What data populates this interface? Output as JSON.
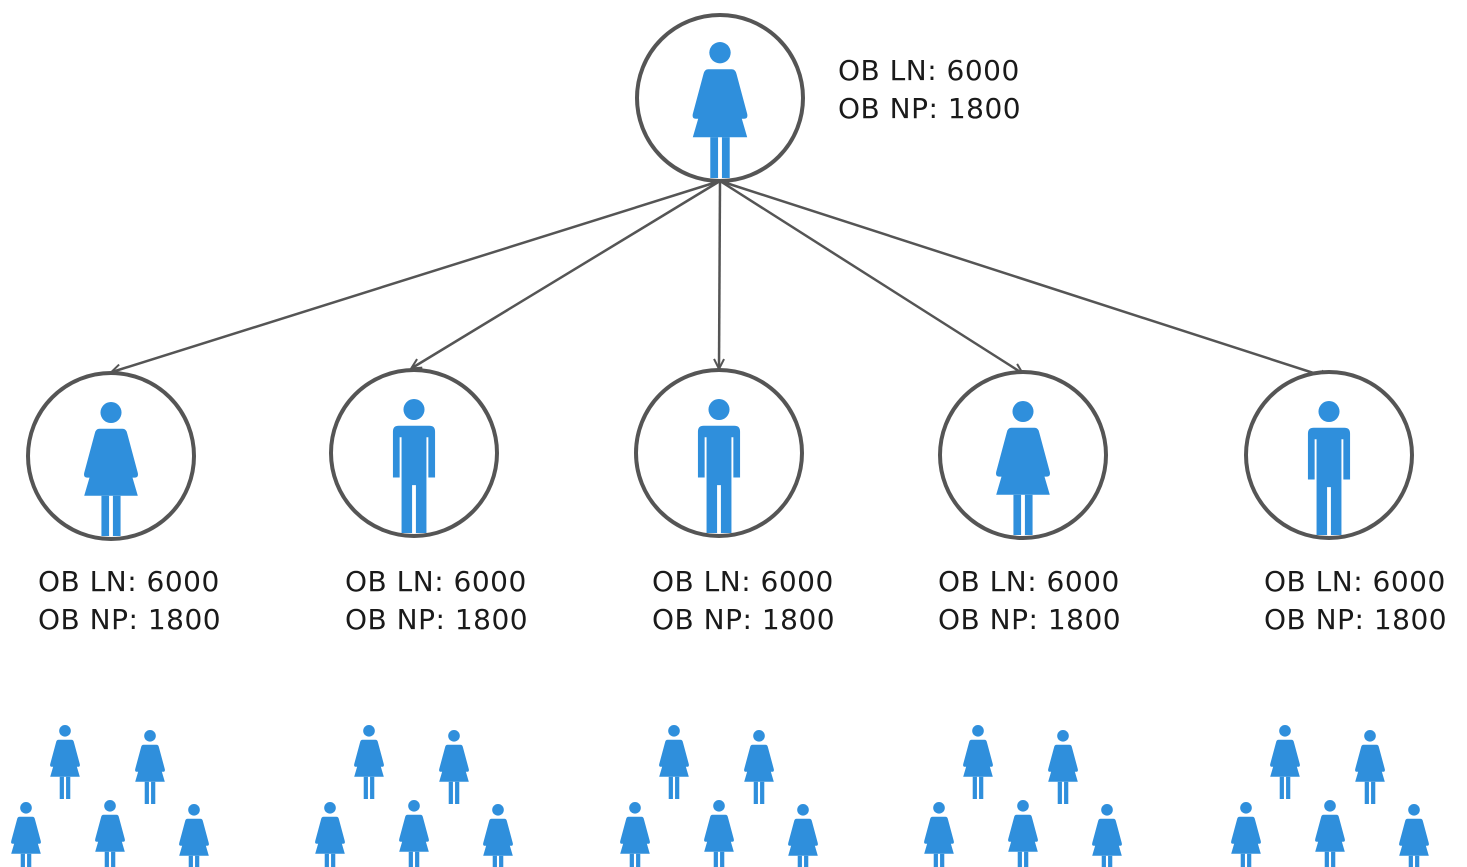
{
  "colors": {
    "figure": "#2f8fdc",
    "circle": "#555555",
    "arrow": "#555555",
    "text": "#1a1a1a"
  },
  "root": {
    "figure": "woman-icon",
    "line1": "OB LN: 6000",
    "line2": "OB NP: 1800"
  },
  "children": [
    {
      "figure": "woman-icon",
      "line1": "OB LN: 6000",
      "line2": "OB NP: 1800"
    },
    {
      "figure": "man-icon",
      "line1": "OB LN: 6000",
      "line2": "OB NP: 1800"
    },
    {
      "figure": "man-icon",
      "line1": "OB LN: 6000",
      "line2": "OB NP: 1800"
    },
    {
      "figure": "woman-icon",
      "line1": "OB LN: 6000",
      "line2": "OB NP: 1800"
    },
    {
      "figure": "man-icon",
      "line1": "OB LN: 6000",
      "line2": "OB NP: 1800"
    }
  ],
  "groups": [
    {
      "figure": "woman-icon",
      "count": 5
    },
    {
      "figure": "woman-icon",
      "count": 5
    },
    {
      "figure": "woman-icon",
      "count": 5
    },
    {
      "figure": "woman-icon",
      "count": 5
    },
    {
      "figure": "woman-icon",
      "count": 5
    }
  ]
}
